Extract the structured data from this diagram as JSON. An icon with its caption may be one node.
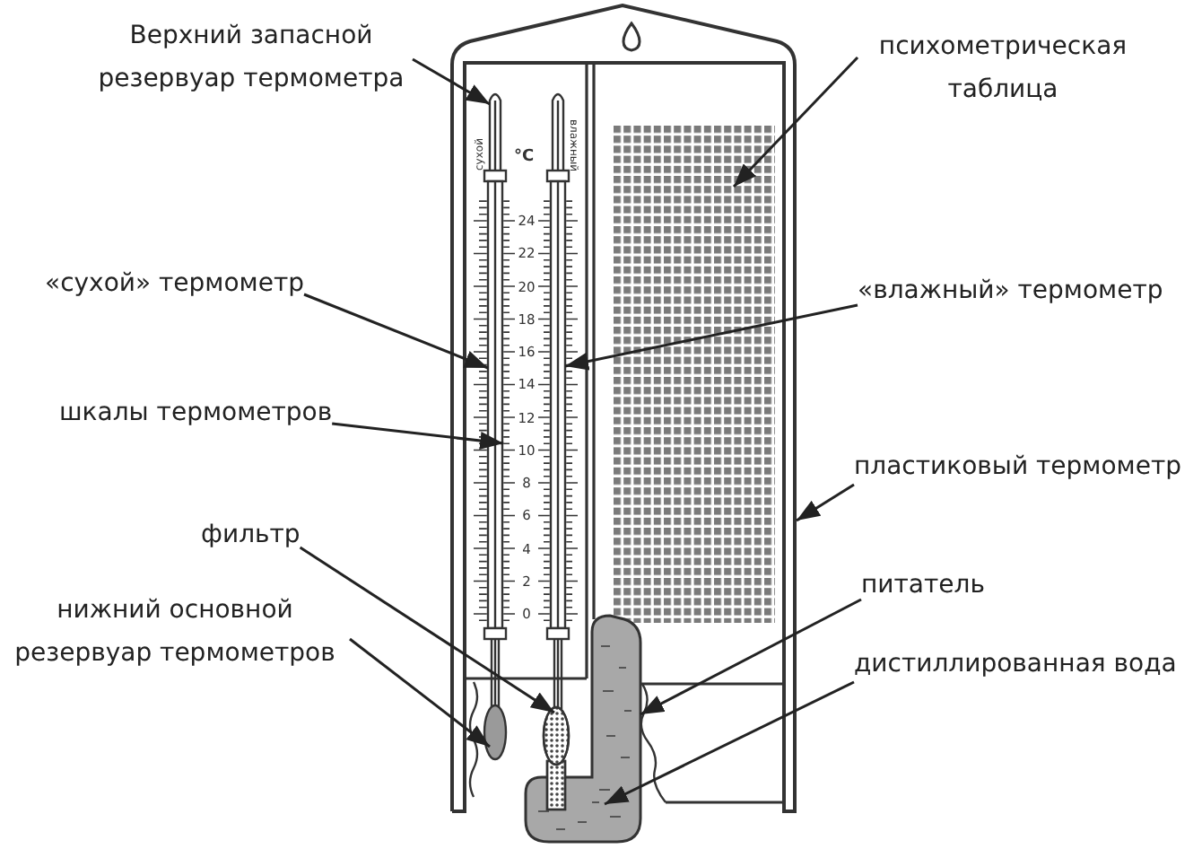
{
  "diagram": {
    "nodes": [
      {
        "text": [
          "Верхний запасной резервуар термометра"
        ]
      },
      {
        "text": [
          "психометрическая таблица"
        ]
      },
      {
        "text": [
          "«сухой» термометр"
        ]
      },
      {
        "text": [
          "«влажный» термометр"
        ]
      },
      {
        "text": [
          "шкалы термометров"
        ]
      },
      {
        "text": [
          "пластиковый термометр"
        ]
      },
      {
        "text": [
          "фильтр"
        ]
      },
      {
        "text": [
          "питатель"
        ]
      },
      {
        "text": [
          "нижний основной резервуар термометров"
        ]
      },
      {
        "text": [
          "дистиллированная вода"
        ]
      },
      {
        "text": [],
        "shape": "picture"
      },
      {
        "text": [],
        "shape": "bar"
      },
      {
        "text": [],
        "shape": "bar"
      },
      {
        "text": [],
        "shape": "picture"
      }
    ],
    "edges": [
      {
        "from": 0,
        "to": 10,
        "arrow": "to"
      },
      {
        "from": 1,
        "to": null,
        "arrow": "to"
      },
      {
        "from": 2,
        "to": 11,
        "arrow": "to"
      },
      {
        "from": 3,
        "to": 12,
        "arrow": "to"
      },
      {
        "from": 4,
        "to": 13,
        "arrow": "to"
      },
      {
        "from": 5,
        "to": null,
        "arrow": "to"
      },
      {
        "from": 6,
        "to": null,
        "arrow": "to"
      },
      {
        "from": 7,
        "to": null,
        "arrow": "to"
      },
      {
        "from": 8,
        "to": null,
        "arrow": "to"
      },
      {
        "from": 9,
        "to": null,
        "arrow": "to"
      }
    ],
    "labels": [
      "сухой",
      "°C",
      "влажный",
      "24",
      "22",
      "20",
      "18",
      "16",
      "14",
      "12",
      "10",
      "8",
      "6",
      "4",
      "2",
      "0"
    ]
  }
}
